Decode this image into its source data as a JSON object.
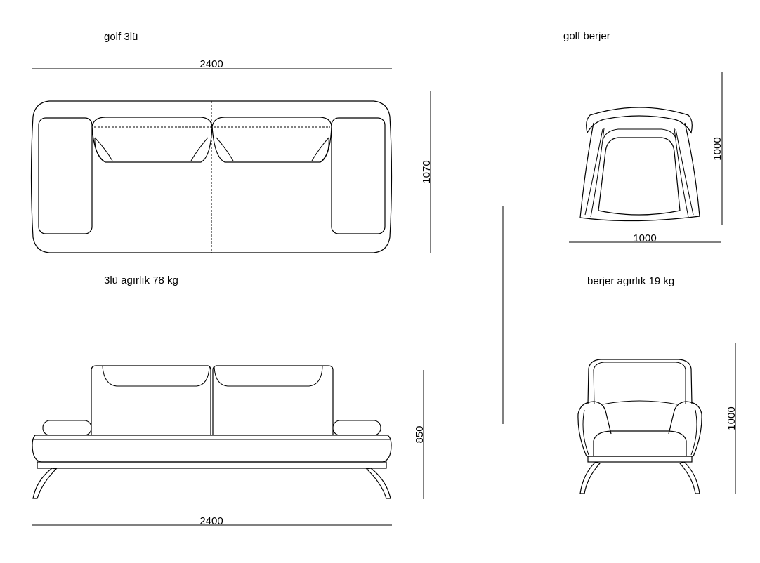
{
  "labels": {
    "sofa_name": "golf 3lü",
    "chair_name": "golf berjer",
    "sofa_weight": "3lü agırlık 78 kg",
    "chair_weight": "berjer agırlık 19 kg"
  },
  "dimensions": {
    "sofa_top_width": "2400",
    "sofa_depth": "1070",
    "sofa_bottom_width": "2400",
    "sofa_height": "850",
    "chair_top_height": "1000",
    "chair_top_width": "1000",
    "chair_front_height": "1000"
  }
}
